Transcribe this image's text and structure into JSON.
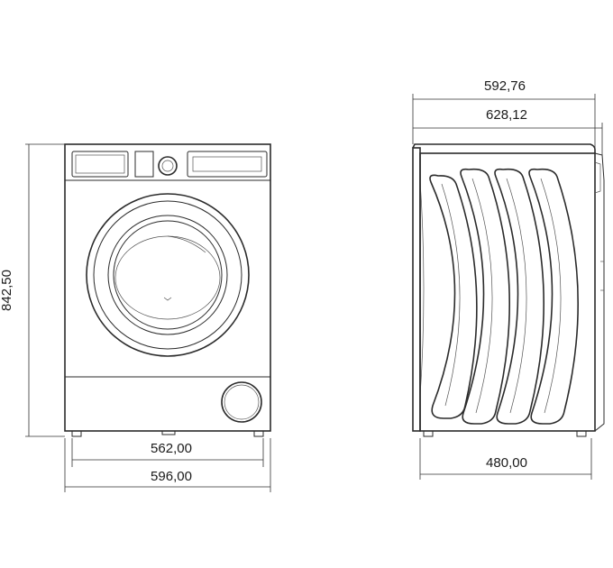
{
  "dimensions": {
    "front_height": "842,50",
    "front_inner_width": "562,00",
    "front_outer_width": "596,00",
    "side_depth_top": "592,76",
    "side_depth_total": "628,12",
    "side_base_depth": "480,00"
  },
  "views": [
    "front-view",
    "side-view"
  ]
}
